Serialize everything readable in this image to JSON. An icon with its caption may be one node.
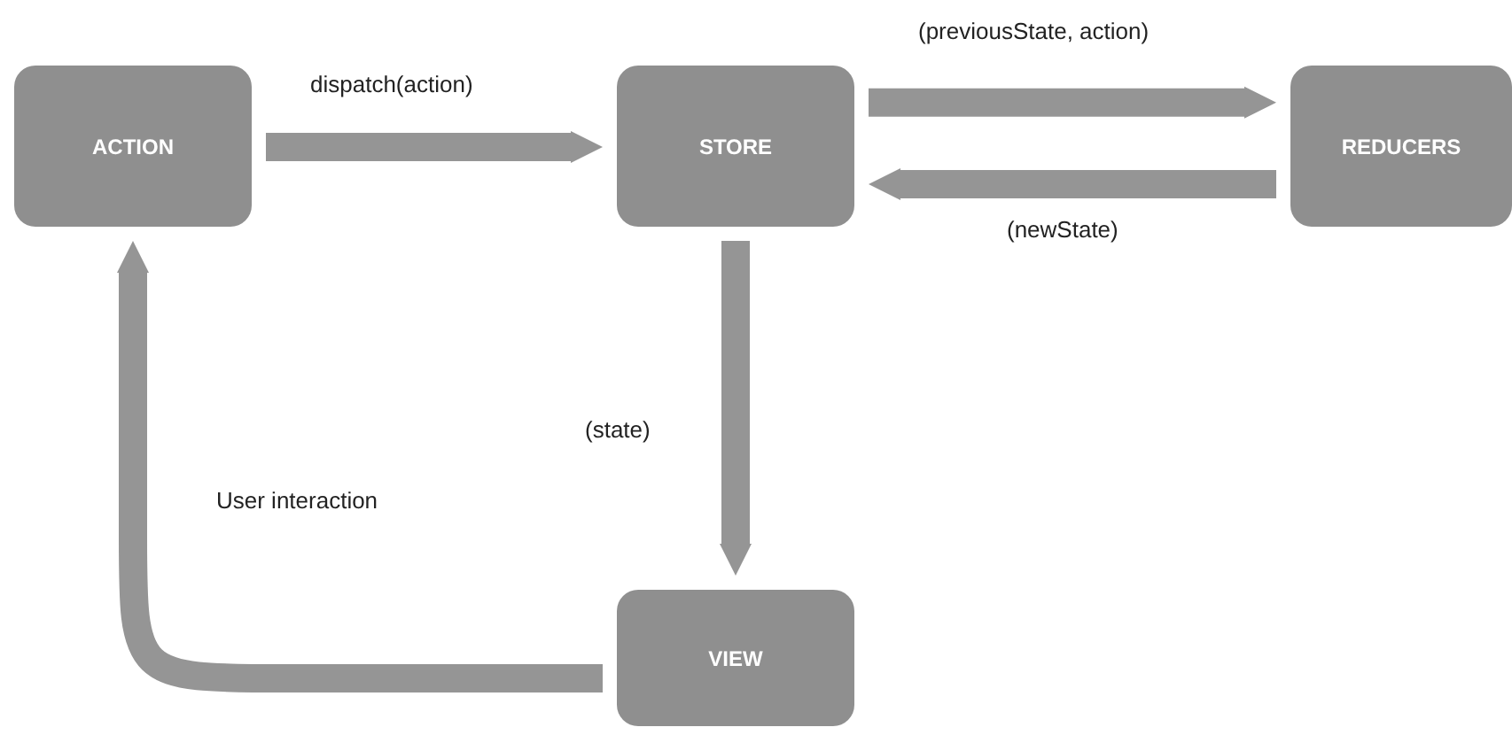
{
  "diagram": {
    "nodes": [
      {
        "text": [
          "ACTION"
        ]
      },
      {
        "text": [
          "STORE"
        ]
      },
      {
        "text": [
          "REDUCERS"
        ]
      },
      {
        "text": [
          "VIEW"
        ]
      }
    ],
    "edges": [
      {
        "from": 0,
        "to": 1,
        "arrow": "to",
        "label": "dispatch(action)"
      },
      {
        "from": 1,
        "to": 2,
        "arrow": "to",
        "label": "(previousState, action)"
      },
      {
        "from": 2,
        "to": 1,
        "arrow": "to",
        "label": "(newState)"
      },
      {
        "from": 1,
        "to": 3,
        "arrow": "to",
        "label": "(state)"
      },
      {
        "from": 3,
        "to": 0,
        "arrow": "to",
        "label": "User interaction"
      }
    ]
  }
}
